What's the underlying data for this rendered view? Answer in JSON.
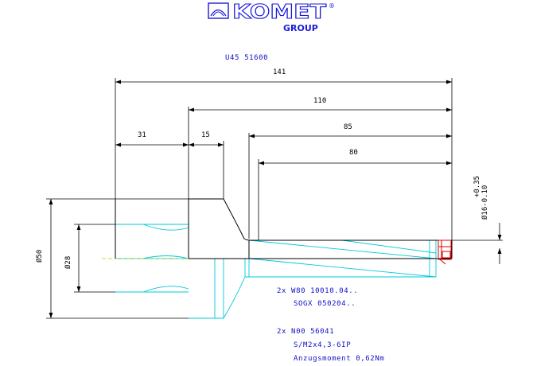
{
  "logo": {
    "brand": "KOMET",
    "registered": "®",
    "group": "GROUP"
  },
  "part_number": "U45 51600",
  "dimensions": {
    "overall_length": "141",
    "length_110": "110",
    "length_85": "85",
    "length_80": "80",
    "length_31": "31",
    "length_15": "15",
    "diameter_50": "Ø50",
    "diameter_28": "Ø28",
    "diameter_bore": "Ø16-0.10",
    "tolerance_upper": "+0.35"
  },
  "notes": [
    "2x W80 10010.04..",
    "SOGX 050204..",
    "2x N00 56041",
    "S/M2x4,3-6IP",
    "Anzugsmoment 0,62Nm"
  ],
  "colors": {
    "brand": "#1a1ad8",
    "note_text": "#1010c8",
    "outline": "#000000",
    "hidden": "#00c8d8",
    "insert": "#e00000",
    "centerline": "#d8c800"
  }
}
